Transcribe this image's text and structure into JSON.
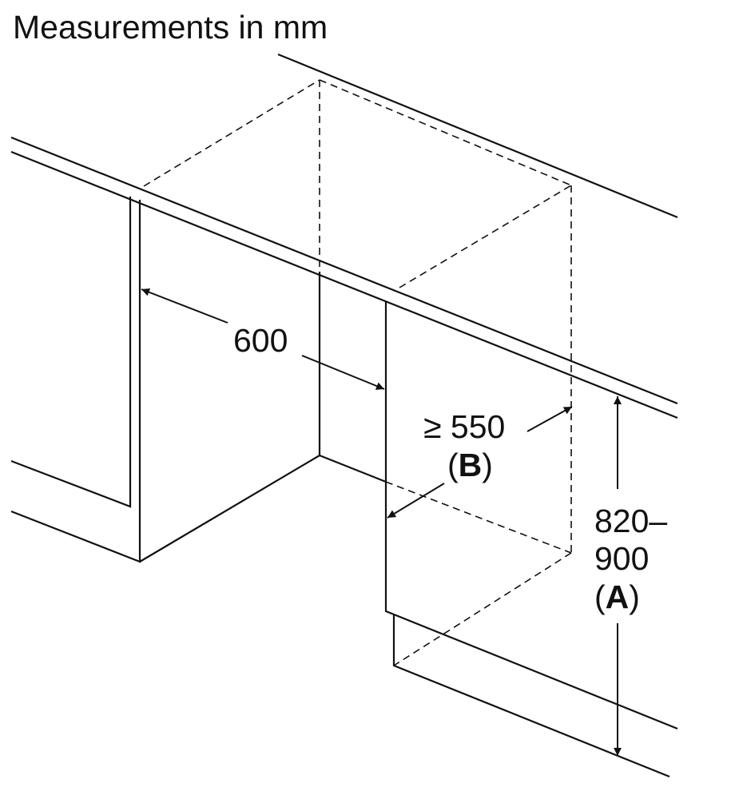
{
  "title": "Measurements in mm",
  "dimensions": {
    "width": "600",
    "depth": {
      "value": "≥ 550",
      "label_open": "(",
      "label": "B",
      "label_close": ")"
    },
    "height": {
      "line1": "820–",
      "line2": "900",
      "label_open": "(",
      "label": "A",
      "label_close": ")"
    }
  },
  "colors": {
    "line": "#111111",
    "background": "#ffffff"
  }
}
